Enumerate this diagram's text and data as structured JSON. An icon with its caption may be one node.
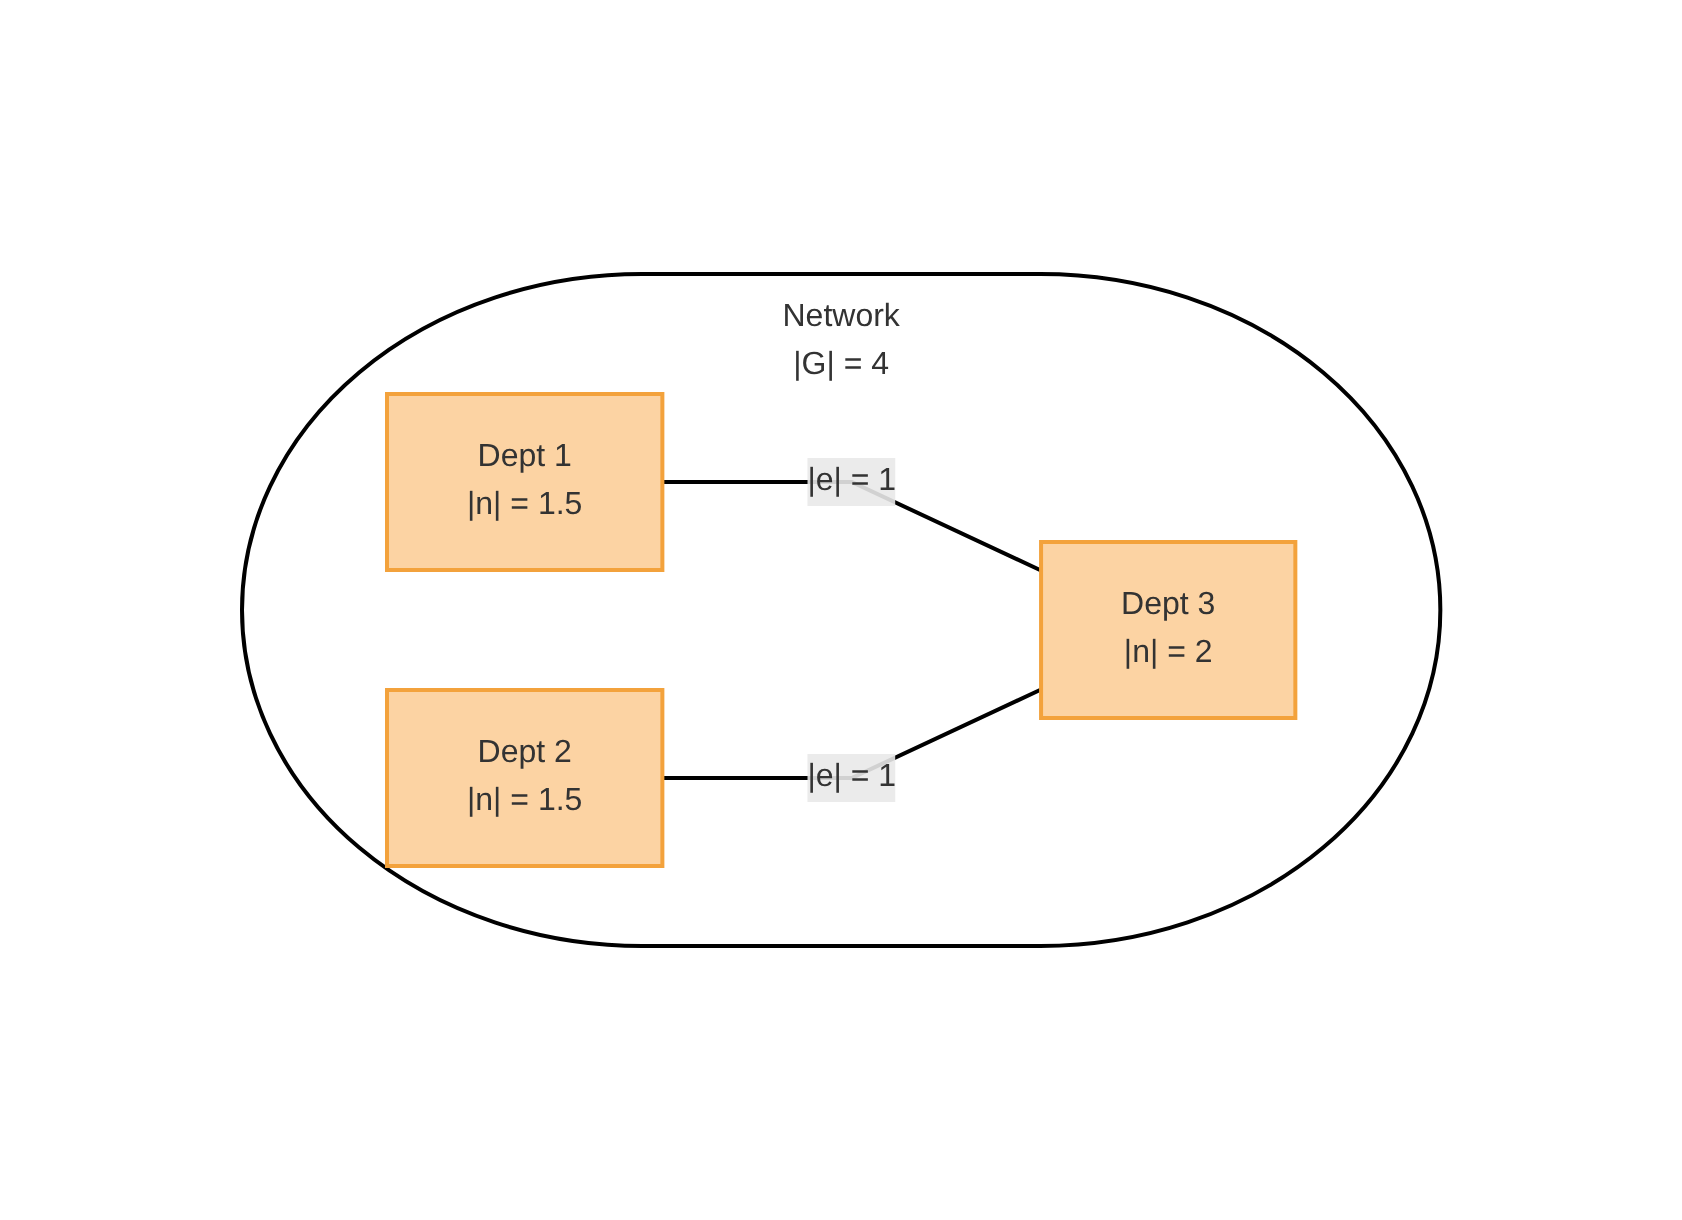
{
  "diagram": {
    "nodes": [
      {
        "text": [
          "Network",
          "|G| = 4"
        ]
      },
      {
        "text": [
          "Dept 1",
          "|n| = 1.5"
        ],
        "in": 0
      },
      {
        "text": [
          "Dept 2",
          "|n| = 1.5"
        ],
        "in": 0
      },
      {
        "text": [
          "Dept 3",
          "|n| = 2"
        ],
        "in": 0
      }
    ],
    "edges": [
      {
        "from": 1,
        "to": 3,
        "arrow": "none",
        "label": "|e| = 1"
      },
      {
        "from": 2,
        "to": 3,
        "arrow": "none",
        "label": "|e| = 1"
      }
    ]
  }
}
